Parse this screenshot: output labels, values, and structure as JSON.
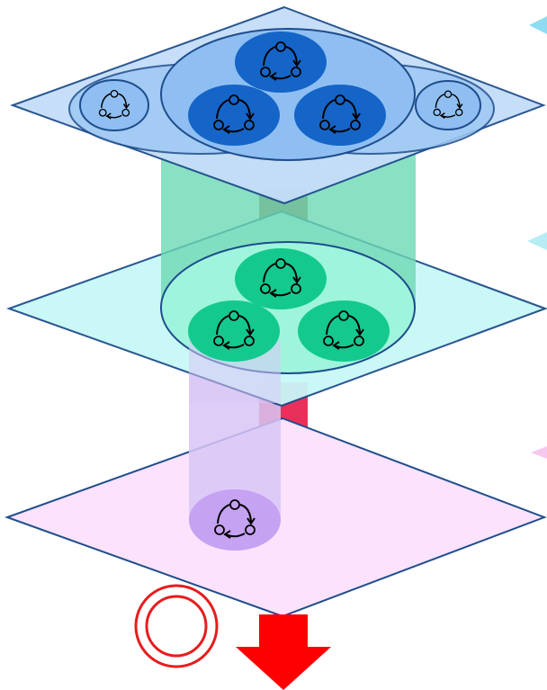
{
  "colors": {
    "top_layer_fill": "#c5ddf8",
    "top_ellipse_fill": "#8fbff2",
    "top_cluster_fill": "#1565c8",
    "top_small_cluster_fill": "#8fbff2",
    "outline_navy": "#1e4d8c",
    "middle_layer_fill": "#c8f8f6",
    "middle_ellipse_fill": "#9ef5dc",
    "middle_cluster_fill": "#14c98e",
    "bottom_layer_fill": "#fce2fc",
    "bottom_cluster_fill": "#c6a2f2",
    "green_column": "#6dd8b4",
    "purple_column": "#d8c6f6",
    "brown_connector": "#9a6a4a",
    "red_arrow": "#ff0000",
    "target_rings": "#e81c1c",
    "edge_pointer_cyan": "#8fdcf2",
    "edge_pointer_pink": "#f6c8f0"
  },
  "icons": {
    "cycle": "circular-arrow-cycle-icon",
    "target": "double-ring-target-icon",
    "down_arrow": "large-red-down-arrow-icon"
  },
  "layers": [
    {
      "id": "top",
      "cluster_count": 3,
      "side_cluster_count": 2
    },
    {
      "id": "middle",
      "cluster_count": 3
    },
    {
      "id": "bottom",
      "cluster_count": 1
    }
  ]
}
